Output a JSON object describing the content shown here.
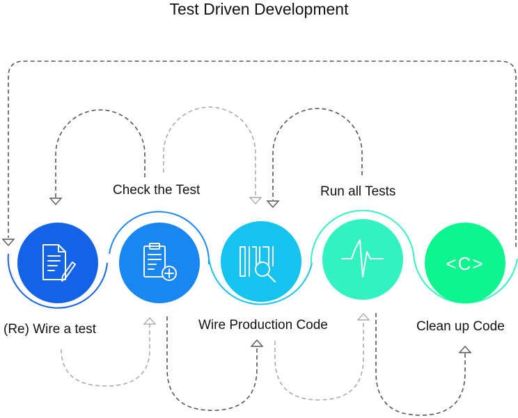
{
  "title": "Test Driven Development",
  "steps": [
    {
      "label": "(Re) Wire a test",
      "icon": "document-pen-icon",
      "color": "#1463e6"
    },
    {
      "label": "Check the Test",
      "icon": "clipboard-add-icon",
      "color": "#1a86f0"
    },
    {
      "label": "Wire Production Code",
      "icon": "barcode-search-icon",
      "color": "#16c2ee"
    },
    {
      "label": "Run all Tests",
      "icon": "heartbeat-icon",
      "color": "#33f2c1"
    },
    {
      "label": "Clean up Code",
      "icon": "code-brackets-icon",
      "color": "#0ef48f"
    }
  ],
  "code_glyph": "<C>"
}
